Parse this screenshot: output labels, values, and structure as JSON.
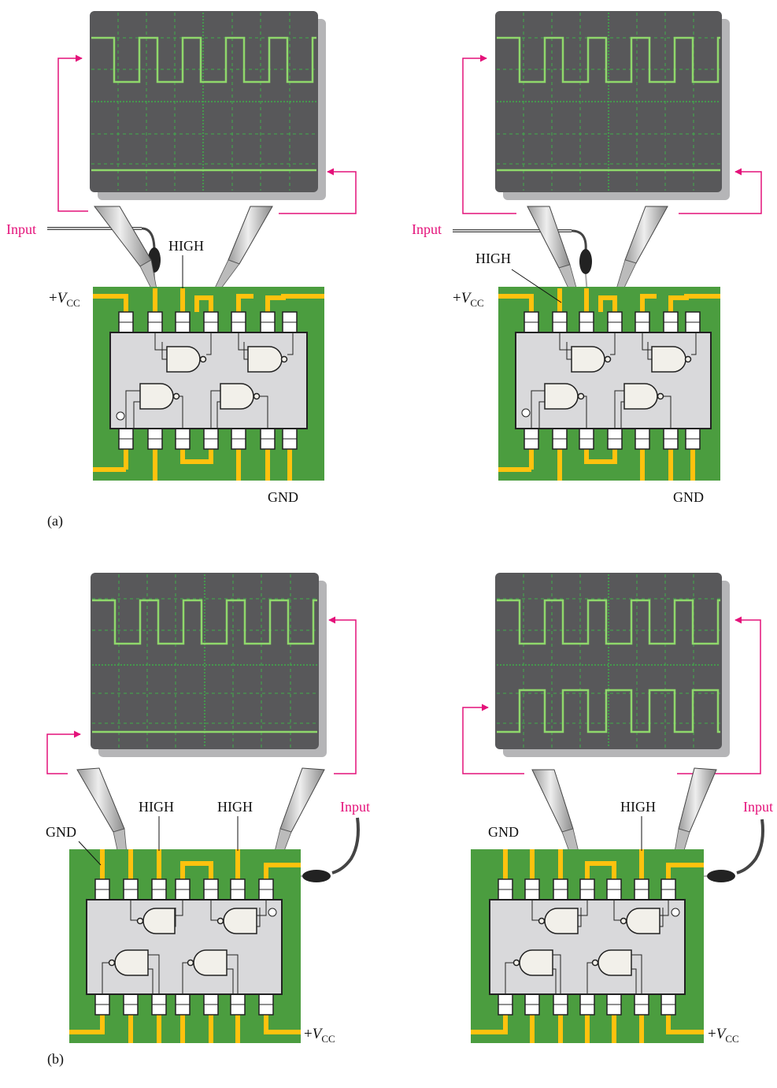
{
  "labels": {
    "input": "Input",
    "high": "HIGH",
    "gnd": "GND",
    "vcc_prefix": "+",
    "vcc_v": "V",
    "vcc_sub": "CC",
    "part_a": "(a)",
    "part_b": "(b)"
  },
  "colors": {
    "screen_bg": "#58585a",
    "screen_shadow": "#b5b5b7",
    "grid": "#3fae49",
    "trace": "#8fd86b",
    "arrow": "#e4127a",
    "board": "#4b9d3f",
    "copper": "#ffc20e",
    "chip": "#d9d9db",
    "gate": "#f2f0ea",
    "probe_light": "#d8d8d8",
    "probe_dark": "#8a8a8a"
  },
  "panels": [
    {
      "id": "a-left",
      "top_trace": "square",
      "bottom_trace": "flat",
      "input_side": "left",
      "notch": "bottom-left"
    },
    {
      "id": "a-right",
      "top_trace": "square",
      "bottom_trace": "flat",
      "input_side": "left",
      "notch": "bottom-left"
    },
    {
      "id": "b-left",
      "top_trace": "square",
      "bottom_trace": "flat",
      "input_side": "right",
      "notch": "top-right"
    },
    {
      "id": "b-right",
      "top_trace": "square",
      "bottom_trace": "square",
      "input_side": "right",
      "notch": "top-right"
    }
  ]
}
